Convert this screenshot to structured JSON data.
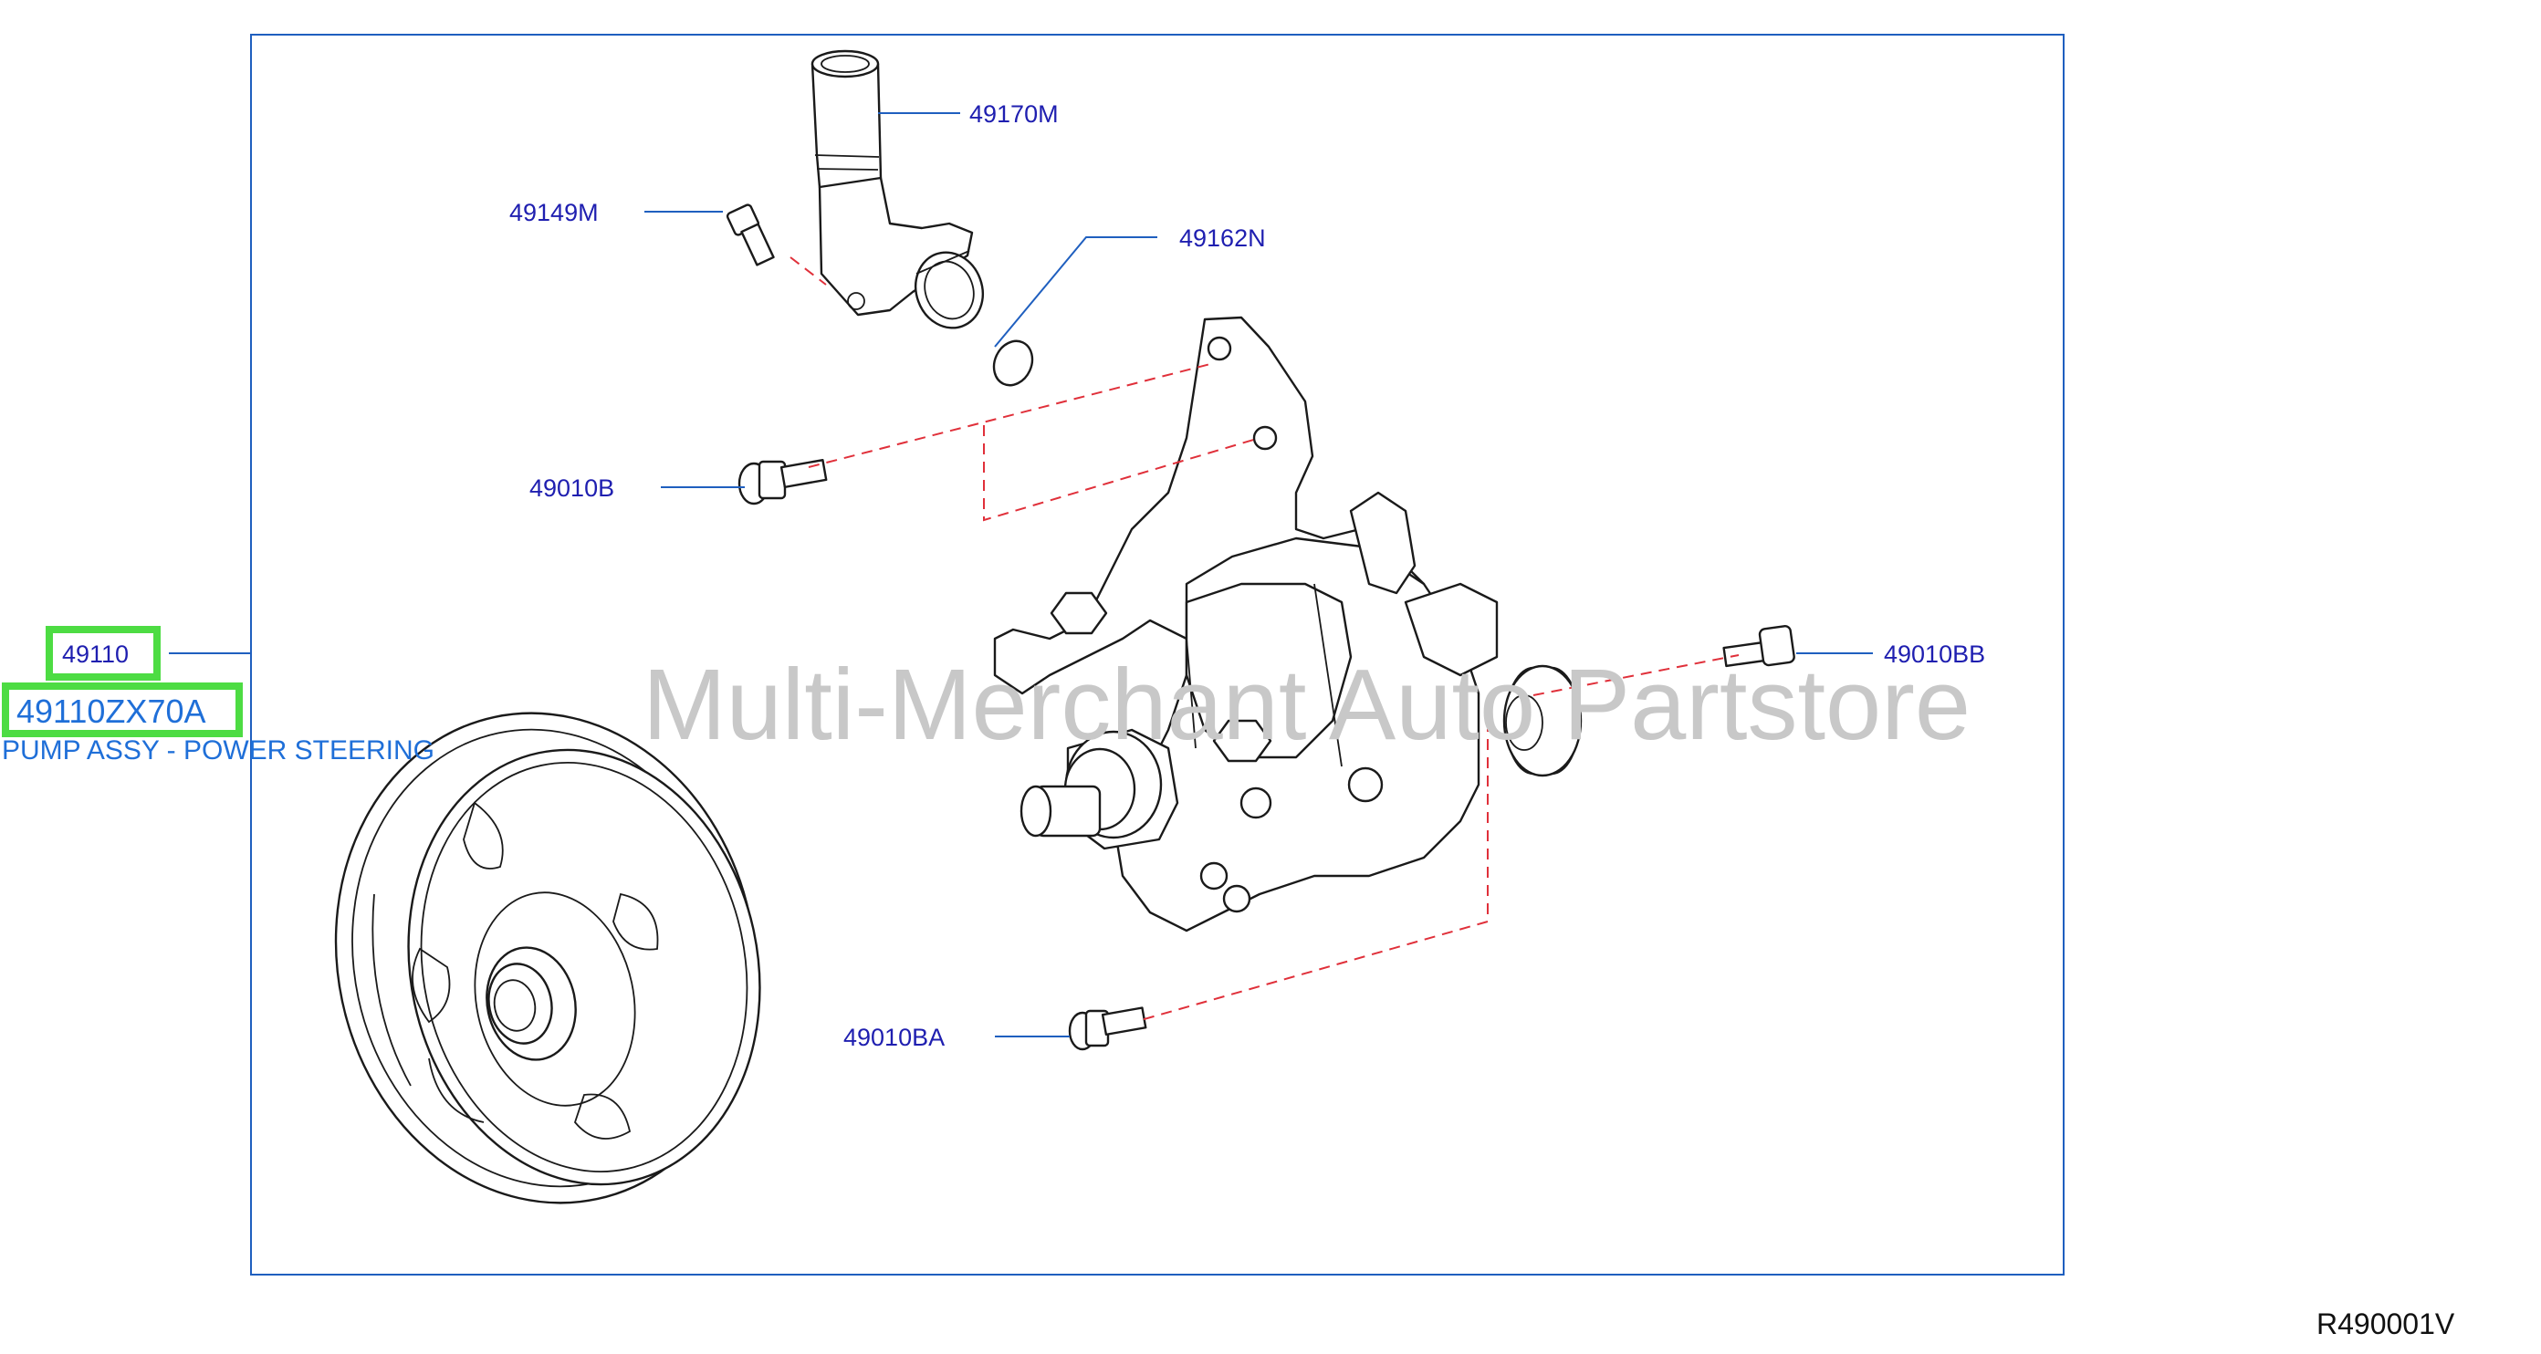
{
  "callouts": {
    "p49170M": "49170M",
    "p49149M": "49149M",
    "p49162N": "49162N",
    "p49010B": "49010B",
    "p49010BB": "49010BB",
    "p49010BA": "49010BA"
  },
  "selected_part": {
    "group_code": "49110",
    "part_number": "49110ZX70A",
    "description": "PUMP ASSY - POWER STEERING"
  },
  "watermark": "Multi-Merchant Auto Partstore",
  "reference_code": "R490001V",
  "colors": {
    "callout_text": "#1f1fb0",
    "description_text": "#1f6fd8",
    "highlight": "#4ddc43",
    "frame": "#1f5fbf",
    "dashed_guides": "#e0303a"
  }
}
